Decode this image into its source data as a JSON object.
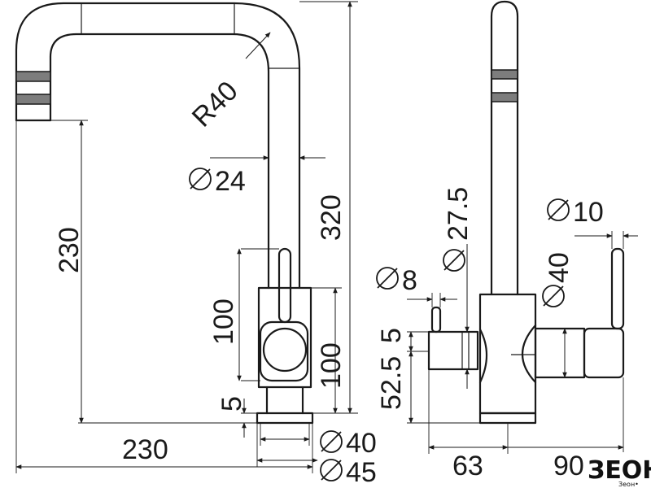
{
  "diagram": {
    "side_view": {
      "radius_label": "R40",
      "pipe_diameter": "24",
      "total_height": "320",
      "spout_height": "230",
      "handle_height": "100",
      "body_height": "100",
      "base_gap": "5",
      "base_diameter_inner": "40",
      "base_diameter_outer": "45",
      "reach": "230"
    },
    "front_view": {
      "body_diameter": "27.5",
      "lever_diameter": "8",
      "spout_diameter": "10",
      "side_diameter": "40",
      "lever_offset": "5",
      "lever_height": "52.5",
      "base_width": "63",
      "side_width": "90"
    }
  },
  "logo": {
    "text": "ЗЕОН",
    "subtext": "Зеон•"
  }
}
